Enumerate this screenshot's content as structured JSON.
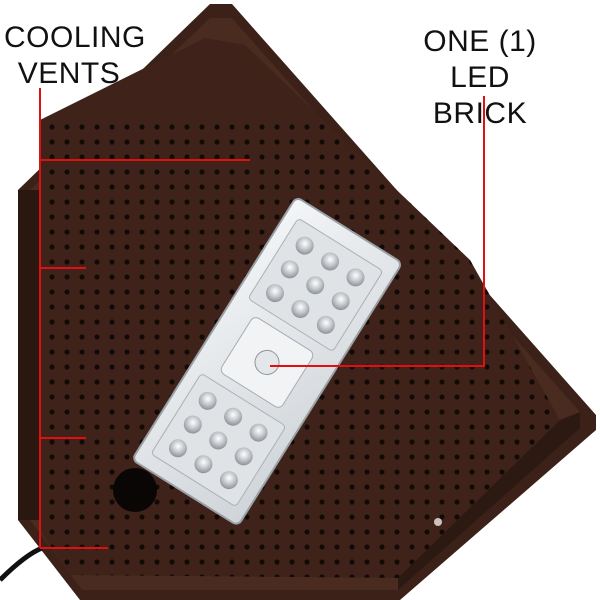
{
  "callouts": {
    "cooling_vents": {
      "line1": "COOLING",
      "line2": "VENTS"
    },
    "led_brick": {
      "line1": "ONE (1)",
      "line2": "LED BRICK"
    }
  },
  "colors": {
    "housing": "#3b2118",
    "housing_edge": "#4a2b20",
    "vent_hole": "#120a07",
    "led_module": "#e8ecef",
    "callout_line": "#e01010",
    "background": "#ffffff"
  },
  "subject": "led-wall-pack-light-fixture"
}
